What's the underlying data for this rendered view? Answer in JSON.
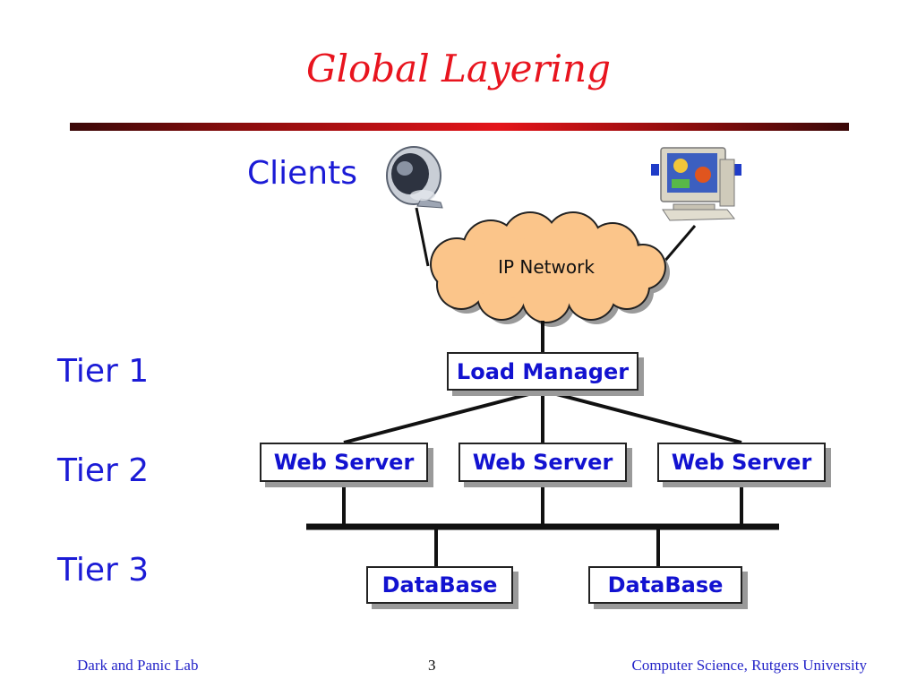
{
  "slide": {
    "title": "Global Layering",
    "clients_label": "Clients",
    "network_label": "IP Network",
    "tiers": [
      "Tier 1",
      "Tier 2",
      "Tier 3"
    ],
    "tier1_box": "Load Manager",
    "tier2_boxes": [
      "Web Server",
      "Web Server",
      "Web Server"
    ],
    "tier3_boxes": [
      "DataBase",
      "DataBase"
    ]
  },
  "footer": {
    "left": "Dark and Panic Lab",
    "page_number": "3",
    "right": "Computer Science, Rutgers University"
  },
  "colors": {
    "title": "#e8141e",
    "label_text": "#1b1bd6",
    "cloud_fill": "#fbc58a",
    "box_shadow": "#9a9a9a"
  }
}
